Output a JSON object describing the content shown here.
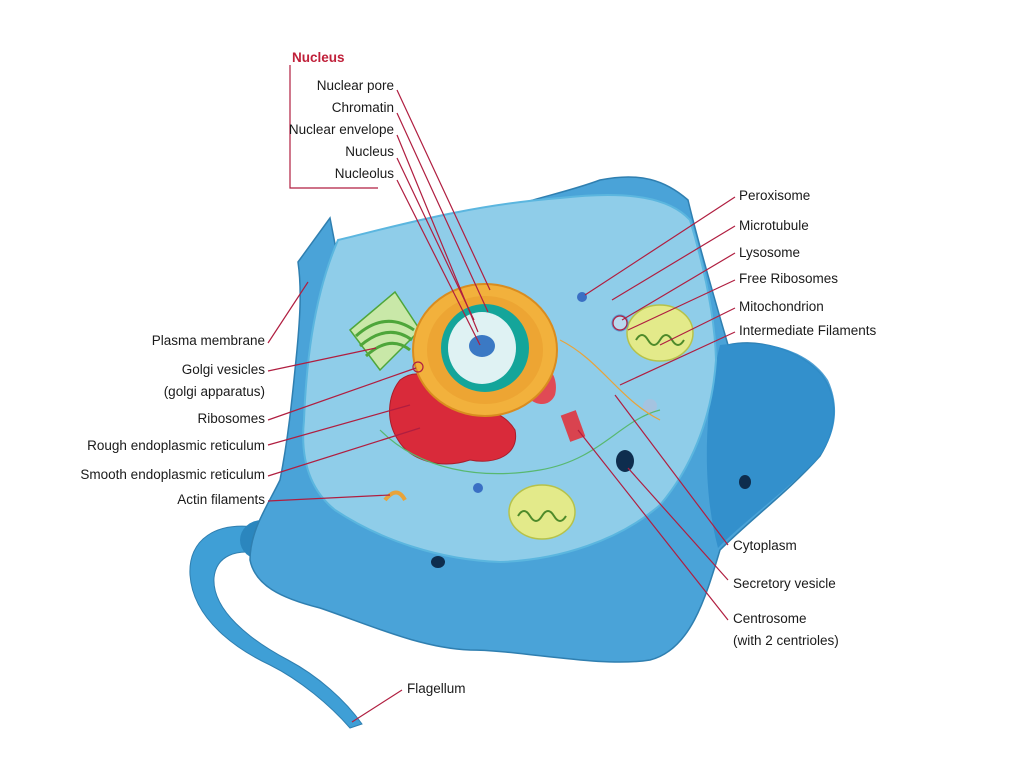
{
  "nucleus_group": {
    "heading": "Nucleus",
    "items": [
      "Nuclear pore",
      "Chromatin",
      "Nuclear envelope",
      "Nucleus",
      "Nucleolus"
    ]
  },
  "left_labels": {
    "plasma_membrane": "Plasma membrane",
    "golgi_vesicles": "Golgi vesicles",
    "golgi_apparatus": "(golgi apparatus)",
    "ribosomes": "Ribosomes",
    "rough_er": "Rough endoplasmic reticulum",
    "smooth_er": "Smooth endoplasmic reticulum",
    "actin_filaments": "Actin filaments"
  },
  "right_labels": {
    "peroxisome": "Peroxisome",
    "microtubule": "Microtubule",
    "lysosome": "Lysosome",
    "free_ribosomes": "Free Ribosomes",
    "mitochondrion": "Mitochondrion",
    "intermediate_filaments": "Intermediate Filaments",
    "cytoplasm": "Cytoplasm",
    "secretory_vesicle": "Secretory vesicle",
    "centrosome": "Centrosome",
    "centrosome_note": "(with 2 centrioles)"
  },
  "bottom_labels": {
    "flagellum": "Flagellum"
  },
  "colors": {
    "cell_outer": "#3f9fd6",
    "cell_inner": "#8fcde9",
    "nucleus_envelope": "#f2b13c",
    "nucleus_core": "#14a59a",
    "golgi": "#4ea63a",
    "rough_er": "#d92a3a",
    "mitochondria": "#e3ea8a",
    "leader_line": "#b01e40",
    "nucleus_heading": "#c0203a"
  }
}
